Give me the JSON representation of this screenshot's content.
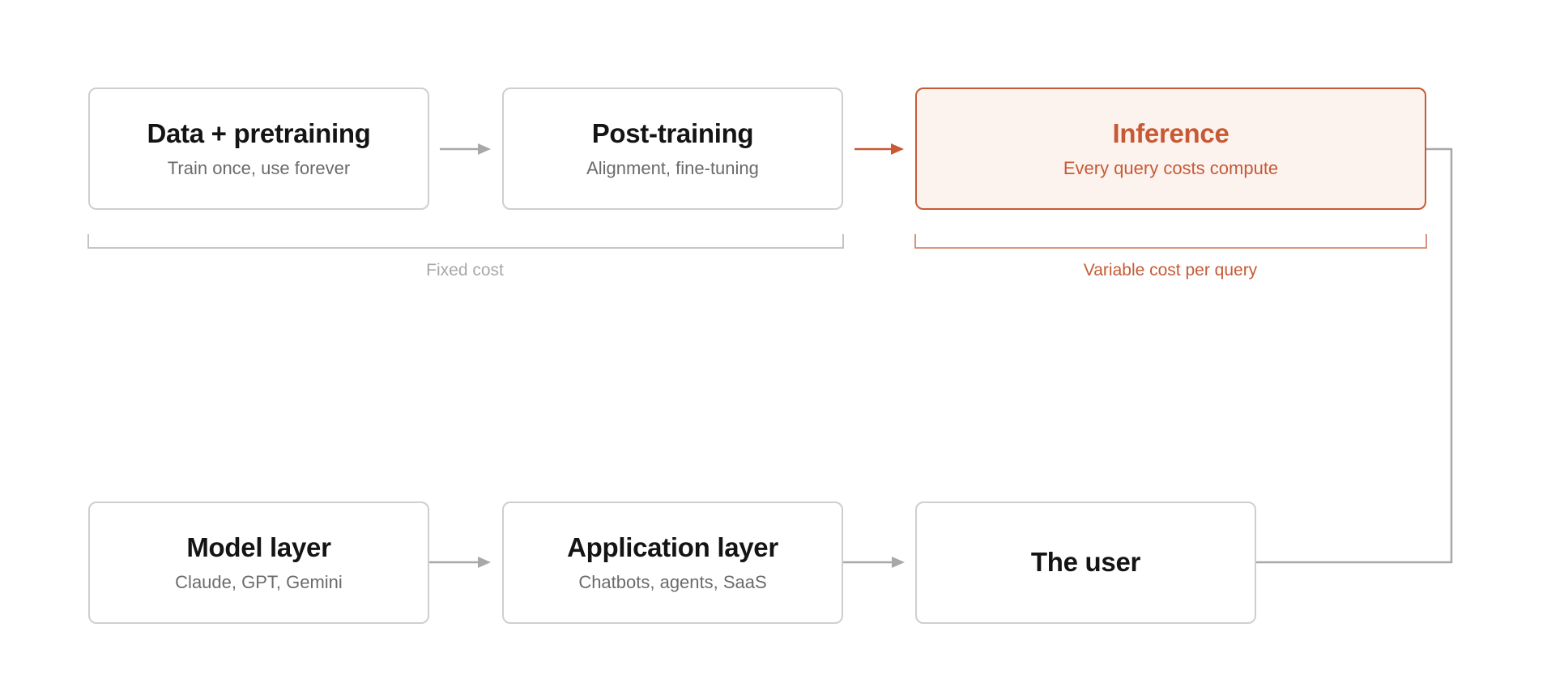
{
  "top_row": {
    "pretraining": {
      "title": "Data + pretraining",
      "subtitle": "Train once, use forever"
    },
    "posttraining": {
      "title": "Post-training",
      "subtitle": "Alignment, fine-tuning"
    },
    "inference": {
      "title": "Inference",
      "subtitle": "Every query costs compute"
    }
  },
  "brackets": {
    "fixed": "Fixed cost",
    "variable": "Variable cost per query"
  },
  "bottom_row": {
    "model": {
      "title": "Model layer",
      "subtitle": "Claude, GPT, Gemini"
    },
    "application": {
      "title": "Application layer",
      "subtitle": "Chatbots, agents, SaaS"
    },
    "user": {
      "title": "The user"
    }
  },
  "colors": {
    "accent": "#c75a35",
    "accent_fill": "#fcf3ef",
    "neutral_border": "#cfcfcf",
    "connector": "#a8a8a8",
    "title_text": "#141414",
    "subtitle_text": "#6b6b6b"
  }
}
